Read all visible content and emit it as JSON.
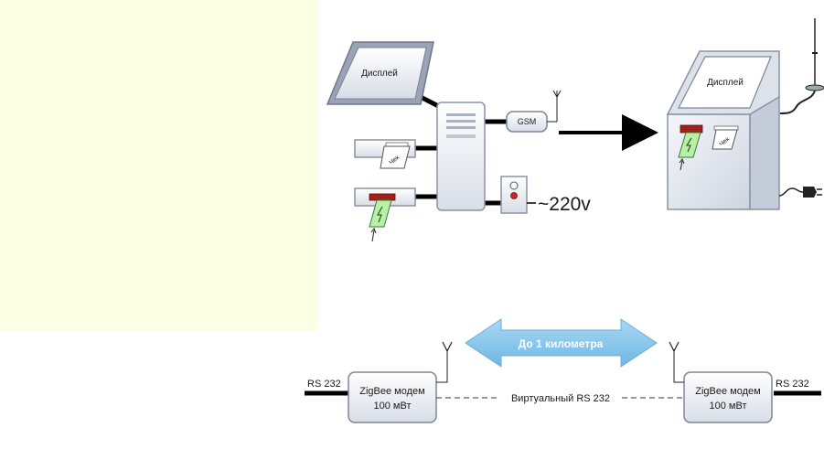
{
  "top": {
    "display_left": "Дисплей",
    "gsm": "GSM",
    "receipt": "Чек",
    "power": "~220v",
    "display_right": "Дисплей"
  },
  "bottom": {
    "distance": "До 1 километра",
    "rs232_left": "RS 232",
    "rs232_right": "RS 232",
    "modem_line1": "ZigBee модем",
    "modem_line2": "100 мВт",
    "virtual_link": "Виртуальный RS 232"
  },
  "colors": {
    "panel": "#fbffe3",
    "arrow_blue": "#8ec8ec",
    "card_green": "#b8f0a8",
    "card_red": "#a0201a"
  }
}
